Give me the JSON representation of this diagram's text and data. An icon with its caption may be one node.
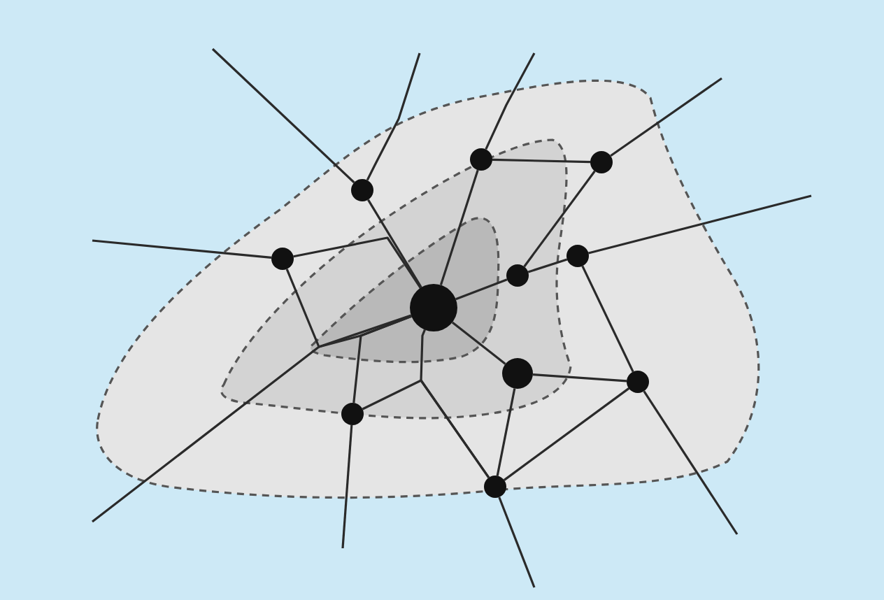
{
  "diagram": {
    "nodes": [
      {
        "text": [],
        "shape": "circle"
      },
      {
        "text": [],
        "shape": "circle"
      },
      {
        "text": [],
        "shape": "circle"
      },
      {
        "text": [],
        "shape": "circle"
      },
      {
        "text": [],
        "shape": "circle"
      },
      {
        "text": [],
        "shape": "circle"
      },
      {
        "text": [],
        "shape": "circle"
      },
      {
        "text": [],
        "shape": "circle"
      },
      {
        "text": [],
        "shape": "circle"
      },
      {
        "text": [],
        "shape": "circle"
      },
      {
        "text": [],
        "shape": "circle"
      }
    ],
    "edges": [
      {
        "from": null,
        "to": 0,
        "arrow": "none"
      },
      {
        "from": null,
        "to": 0,
        "arrow": "none"
      },
      {
        "from": 0,
        "to": 6,
        "arrow": "none"
      },
      {
        "from": null,
        "to": 3,
        "arrow": "none"
      },
      {
        "from": 3,
        "to": 6,
        "arrow": "none"
      },
      {
        "from": 3,
        "to": 6,
        "arrow": "none"
      },
      {
        "from": null,
        "to": 6,
        "arrow": "none"
      },
      {
        "from": 9,
        "to": 6,
        "arrow": "none"
      },
      {
        "from": null,
        "to": 9,
        "arrow": "none"
      },
      {
        "from": 9,
        "to": 10,
        "arrow": "none"
      },
      {
        "from": 6,
        "to": 10,
        "arrow": "none"
      },
      {
        "from": null,
        "to": 1,
        "arrow": "none"
      },
      {
        "from": 1,
        "to": 2,
        "arrow": "none"
      },
      {
        "from": 1,
        "to": 6,
        "arrow": "none"
      },
      {
        "from": null,
        "to": 2,
        "arrow": "none"
      },
      {
        "from": 2,
        "to": 4,
        "arrow": "none"
      },
      {
        "from": 6,
        "to": 4,
        "arrow": "none"
      },
      {
        "from": 4,
        "to": 5,
        "arrow": "none"
      },
      {
        "from": null,
        "to": 5,
        "arrow": "none"
      },
      {
        "from": 5,
        "to": 8,
        "arrow": "none"
      },
      {
        "from": 6,
        "to": 7,
        "arrow": "none"
      },
      {
        "from": 7,
        "to": 8,
        "arrow": "none"
      },
      {
        "from": 7,
        "to": 10,
        "arrow": "none"
      },
      {
        "from": 8,
        "to": 10,
        "arrow": "none"
      },
      {
        "from": null,
        "to": 8,
        "arrow": "none"
      },
      {
        "from": null,
        "to": 10,
        "arrow": "none"
      }
    ]
  }
}
